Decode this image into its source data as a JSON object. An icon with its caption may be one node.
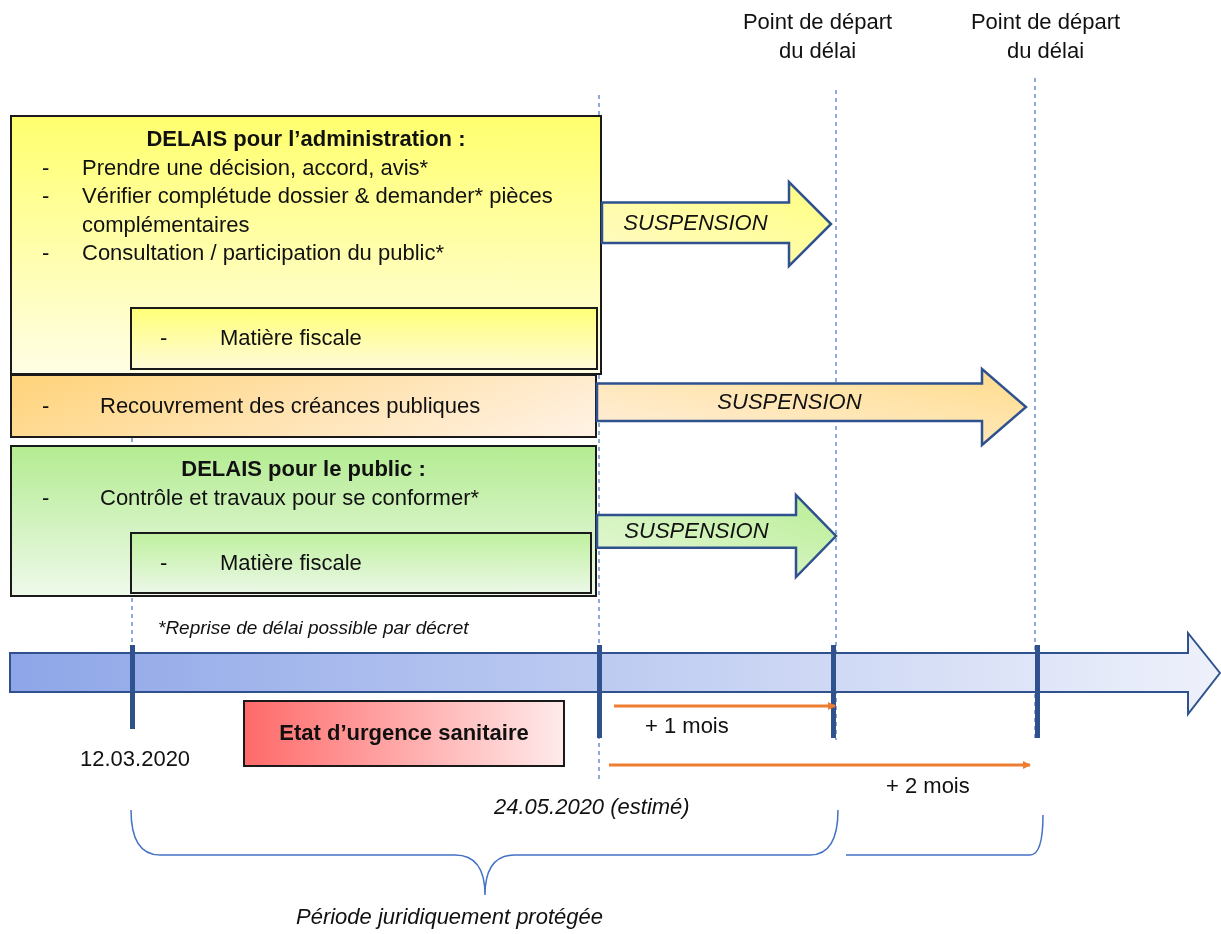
{
  "diagram": {
    "nodes": [
      {
        "text": [
          "DELAIS pour l’administration :",
          "-",
          "Prendre une décision, accord, avis*",
          "-",
          "Vérifier complétude dossier & demander* pièces complémentaires",
          "-",
          "Consultation / participation du public*"
        ]
      },
      {
        "text": [
          "-",
          "Matière fiscale"
        ],
        "in": 0
      },
      {
        "text": [
          "-",
          "Recouvrement des créances publiques"
        ]
      },
      {
        "text": [
          "DELAIS pour le public :",
          "-",
          "Contrôle et travaux pour se conformer*"
        ]
      },
      {
        "text": [
          "-",
          "Matière fiscale"
        ],
        "in": 3
      },
      {
        "text": [
          "Etat d’urgence sanitaire"
        ]
      }
    ],
    "edges": [
      {
        "from": 0,
        "to": null,
        "arrow": "to",
        "label": "SUSPENSION"
      },
      {
        "from": 2,
        "to": null,
        "arrow": "to",
        "label": "SUSPENSION"
      },
      {
        "from": 3,
        "to": null,
        "arrow": "to",
        "label": "SUSPENSION"
      }
    ],
    "labels": [
      "Point de départ du délai",
      "Point de départ du délai",
      "*Reprise de délai possible par décret",
      "+ 1 mois",
      "12.03.2020",
      "+ 2 mois",
      "24.05.2020 (estimé)",
      "Période juridiquement protégée"
    ]
  }
}
